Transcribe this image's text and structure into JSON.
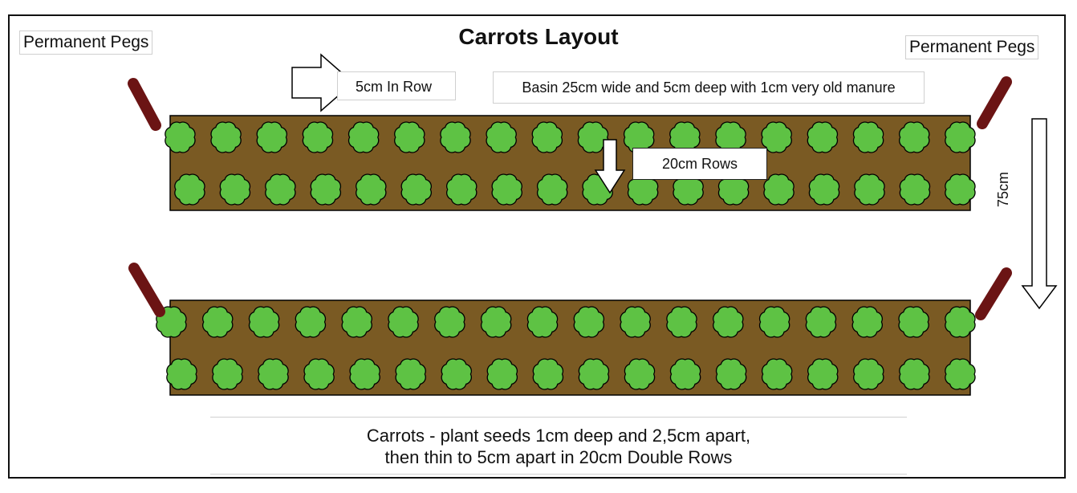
{
  "title": "Carrots Layout",
  "pegs": {
    "left_label": "Permanent Pegs",
    "right_label": "Permanent Pegs"
  },
  "annotations": {
    "in_row": "5cm In Row",
    "basin": "Basin 25cm wide and 5cm deep with 1cm very old manure",
    "row_spacing": "20cm Rows",
    "bed_spacing": "75cm"
  },
  "instructions": {
    "line1": "Carrots - plant seeds 1cm deep and 2,5cm apart,",
    "line2": "then thin to 5cm apart in 20cm Double Rows"
  },
  "beds": {
    "count": 2,
    "plant_rows_per_bed": 2,
    "plants_per_row": 18
  },
  "colors": {
    "soil": "#7a5a23",
    "plant": "#5ec244",
    "peg": "#6b1414",
    "outline": "#000000"
  },
  "icons": [
    "peg-icon",
    "arrow-right-icon",
    "arrow-down-icon",
    "plant-icon"
  ]
}
